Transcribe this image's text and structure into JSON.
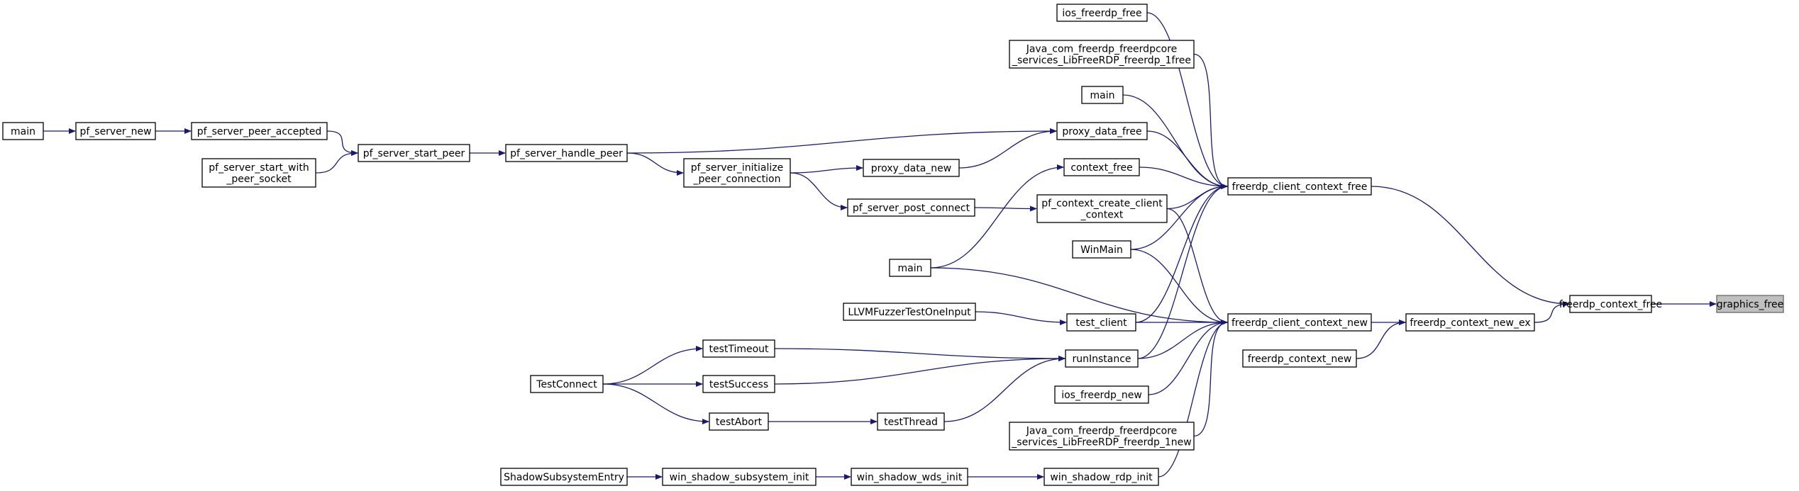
{
  "diagram": {
    "colors": {
      "edge": "#191970",
      "node_border": "#000000",
      "target_fill": "#bfbfbf",
      "background": "#ffffff"
    },
    "nodes": [
      {
        "id": "graphics_free",
        "lines": [
          "graphics_free"
        ]
      },
      {
        "id": "freerdp_context_free",
        "lines": [
          "freerdp_context_free"
        ]
      },
      {
        "id": "freerdp_context_new_ex",
        "lines": [
          "freerdp_context_new_ex"
        ]
      },
      {
        "id": "freerdp_context_new",
        "lines": [
          "freerdp_context_new"
        ]
      },
      {
        "id": "freerdp_client_context_free",
        "lines": [
          "freerdp_client_context_free"
        ]
      },
      {
        "id": "freerdp_client_context_new",
        "lines": [
          "freerdp_client_context_new"
        ]
      },
      {
        "id": "ios_freerdp_free",
        "lines": [
          "ios_freerdp_free"
        ]
      },
      {
        "id": "java_free",
        "lines": [
          "Java_com_freerdp_freerdpcore",
          "_services_LibFreeRDP_freerdp_1free"
        ]
      },
      {
        "id": "main_top",
        "lines": [
          "main"
        ]
      },
      {
        "id": "proxy_data_free",
        "lines": [
          "proxy_data_free"
        ]
      },
      {
        "id": "context_free",
        "lines": [
          "context_free"
        ]
      },
      {
        "id": "pf_context_create_client_context",
        "lines": [
          "pf_context_create_client",
          "_context"
        ]
      },
      {
        "id": "winmain",
        "lines": [
          "WinMain"
        ]
      },
      {
        "id": "main_mid",
        "lines": [
          "main"
        ]
      },
      {
        "id": "test_client",
        "lines": [
          "test_client"
        ]
      },
      {
        "id": "llvm_fuzzer",
        "lines": [
          "LLVMFuzzerTestOneInput"
        ]
      },
      {
        "id": "run_instance",
        "lines": [
          "runInstance"
        ]
      },
      {
        "id": "ios_freerdp_new",
        "lines": [
          "ios_freerdp_new"
        ]
      },
      {
        "id": "java_new",
        "lines": [
          "Java_com_freerdp_freerdpcore",
          "_services_LibFreeRDP_freerdp_1new"
        ]
      },
      {
        "id": "win_shadow_rdp_init",
        "lines": [
          "win_shadow_rdp_init"
        ]
      },
      {
        "id": "win_shadow_wds_init",
        "lines": [
          "win_shadow_wds_init"
        ]
      },
      {
        "id": "win_shadow_subsystem_init",
        "lines": [
          "win_shadow_subsystem_init"
        ]
      },
      {
        "id": "shadow_subsystem_entry",
        "lines": [
          "ShadowSubsystemEntry"
        ]
      },
      {
        "id": "test_timeout",
        "lines": [
          "testTimeout"
        ]
      },
      {
        "id": "test_success",
        "lines": [
          "testSuccess"
        ]
      },
      {
        "id": "test_abort",
        "lines": [
          "testAbort"
        ]
      },
      {
        "id": "test_thread",
        "lines": [
          "testThread"
        ]
      },
      {
        "id": "test_connect",
        "lines": [
          "TestConnect"
        ]
      },
      {
        "id": "proxy_data_new",
        "lines": [
          "proxy_data_new"
        ]
      },
      {
        "id": "pf_server_post_connect",
        "lines": [
          "pf_server_post_connect"
        ]
      },
      {
        "id": "pf_server_initialize_peer_connection",
        "lines": [
          "pf_server_initialize",
          "_peer_connection"
        ]
      },
      {
        "id": "pf_server_handle_peer",
        "lines": [
          "pf_server_handle_peer"
        ]
      },
      {
        "id": "pf_server_start_peer",
        "lines": [
          "pf_server_start_peer"
        ]
      },
      {
        "id": "pf_server_peer_accepted",
        "lines": [
          "pf_server_peer_accepted"
        ]
      },
      {
        "id": "pf_server_start_with_peer_socket",
        "lines": [
          "pf_server_start_with",
          "_peer_socket"
        ]
      },
      {
        "id": "pf_server_new",
        "lines": [
          "pf_server_new"
        ]
      },
      {
        "id": "main_left",
        "lines": [
          "main"
        ]
      }
    ]
  }
}
